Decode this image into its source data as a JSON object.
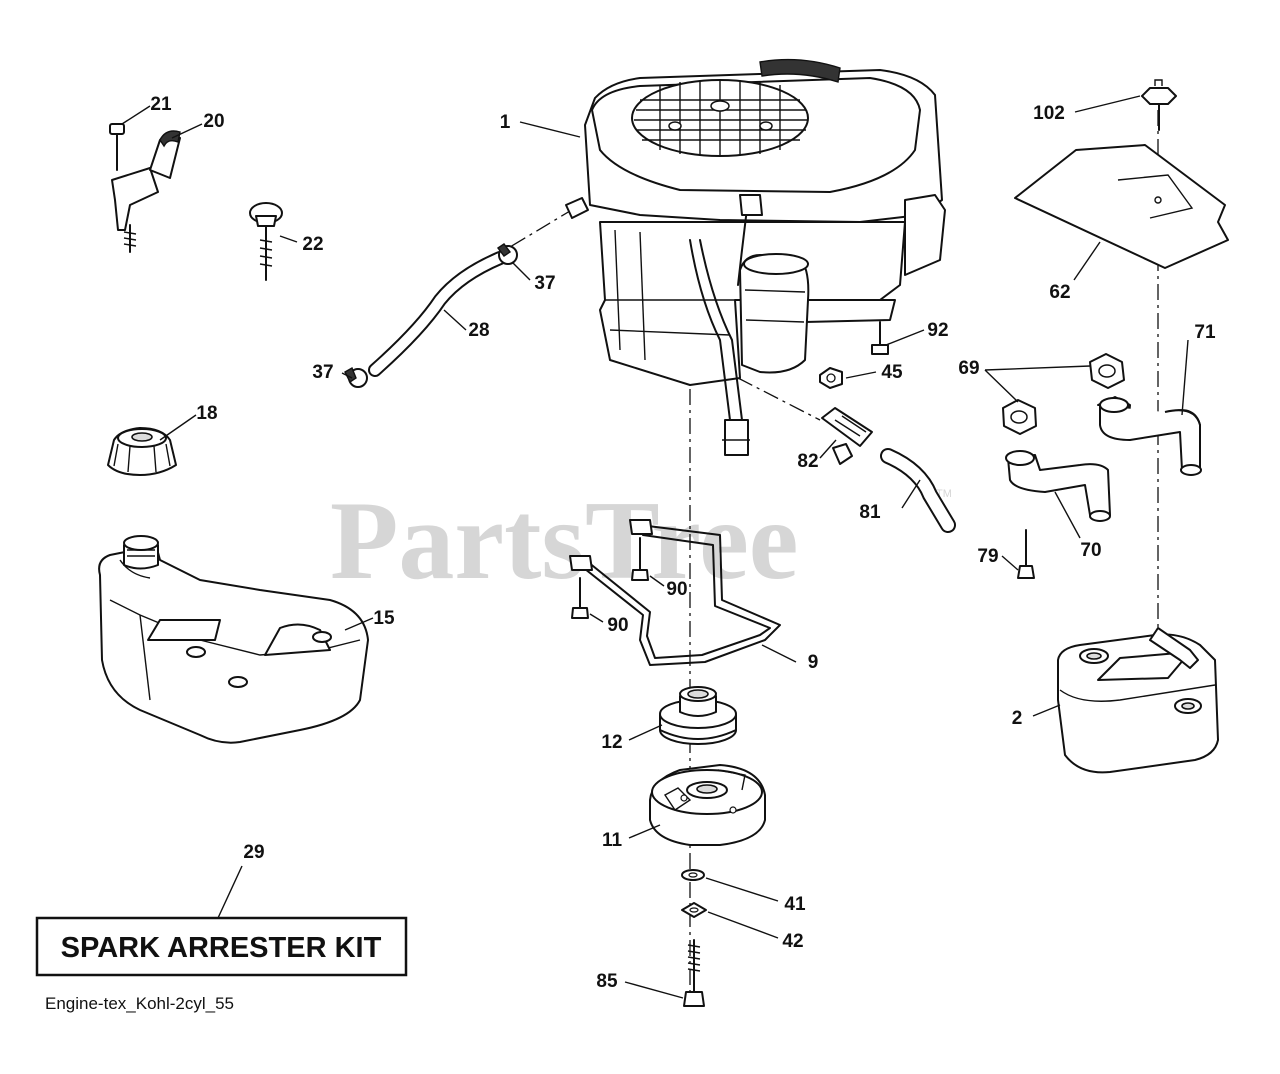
{
  "watermark": {
    "text": "PartsTree",
    "trademark": "TM"
  },
  "kit_box": {
    "label": "SPARK ARRESTER KIT"
  },
  "drawing_code": "Engine-tex_Kohl-2cyl_55",
  "callouts": {
    "c1": "1",
    "c2": "2",
    "c9": "9",
    "c11": "11",
    "c12": "12",
    "c15": "15",
    "c18": "18",
    "c20": "20",
    "c21": "21",
    "c22": "22",
    "c28": "28",
    "c29": "29",
    "c37a": "37",
    "c37b": "37",
    "c41": "41",
    "c42": "42",
    "c45": "45",
    "c62": "62",
    "c69": "69",
    "c70": "70",
    "c71": "71",
    "c79": "79",
    "c81": "81",
    "c82": "82",
    "c85": "85",
    "c90a": "90",
    "c90b": "90",
    "c92": "92",
    "c102": "102"
  }
}
